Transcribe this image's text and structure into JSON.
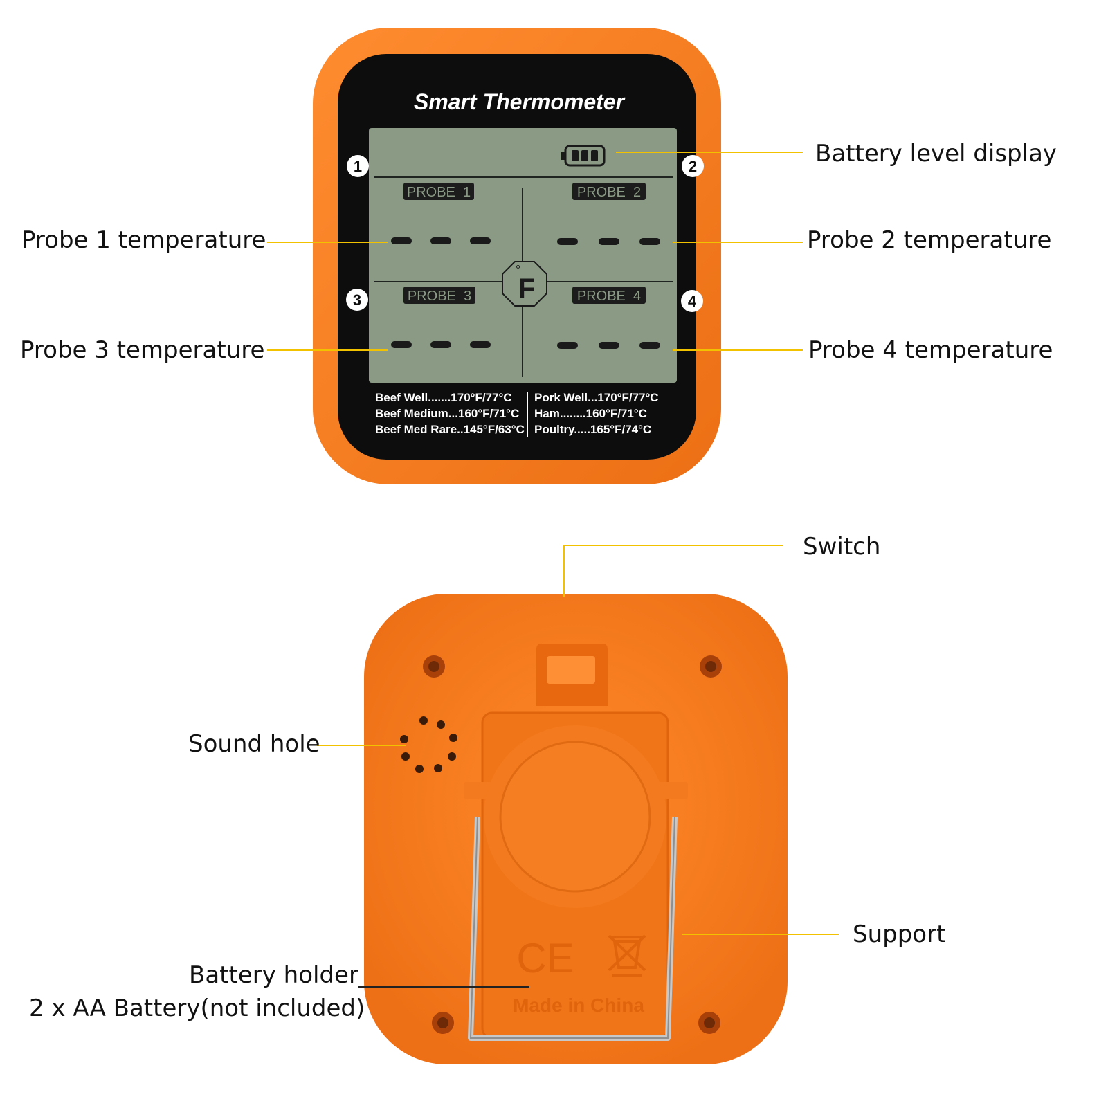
{
  "device_front": {
    "title": "Smart Thermometer",
    "probes": [
      {
        "number": "1",
        "label": "PROBE  1",
        "reading": "- - -"
      },
      {
        "number": "2",
        "label": "PROBE  2",
        "reading": "- - -"
      },
      {
        "number": "3",
        "label": "PROBE  3",
        "reading": "- - -"
      },
      {
        "number": "4",
        "label": "PROBE  4",
        "reading": "- - -"
      }
    ],
    "unit": "F",
    "unit_degree": "°",
    "reference_table": [
      {
        "name": "Beef Well",
        "dots": ".......",
        "value": "170°F/77°C"
      },
      {
        "name": "Beef Medium",
        "dots": "...",
        "value": "160°F/71°C"
      },
      {
        "name": "Beef Med Rare",
        "dots": "..",
        "value": "145°F/63°C"
      },
      {
        "name": "Pork Well",
        "dots": "...",
        "value": "170°F/77°C"
      },
      {
        "name": "Ham",
        "dots": "........",
        "value": "160°F/71°C"
      },
      {
        "name": "Poultry",
        "dots": ".....",
        "value": "165°F/74°C"
      }
    ]
  },
  "device_back": {
    "marks": "CE",
    "origin": "Made in China"
  },
  "callouts": {
    "battery_level": "Battery level display",
    "probe1": "Probe 1 temperature",
    "probe2": "Probe 2 temperature",
    "probe3": "Probe 3 temperature",
    "probe4": "Probe 4 temperature",
    "switch": "Switch",
    "sound_hole": "Sound hole",
    "support": "Support",
    "battery_holder": "Battery holder",
    "battery_note": "2 x AA Battery(not included)"
  },
  "colors": {
    "housing": "#f47a1f",
    "housing_dark": "#e06a12",
    "bezel": "#0d0d0d",
    "lcd": "#8a9a85",
    "leader_line": "#f2c200",
    "leader_line_dark": "#222222",
    "wire": "#c8c8c8"
  }
}
